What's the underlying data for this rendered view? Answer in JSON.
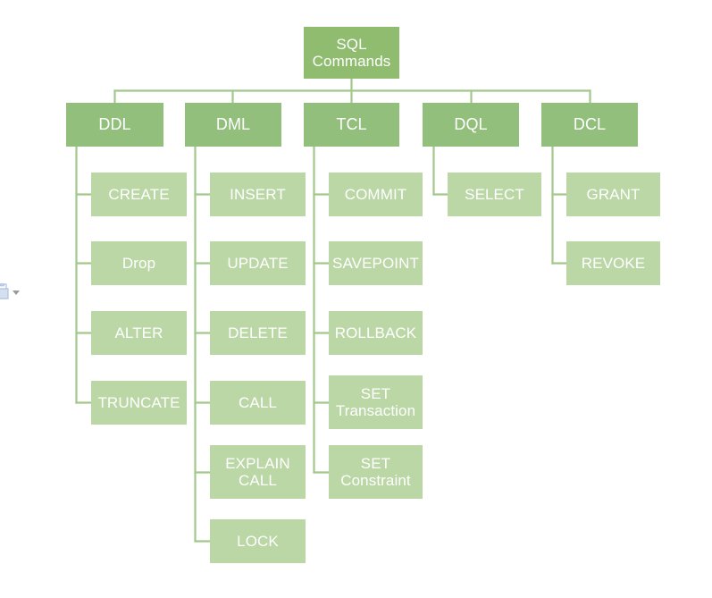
{
  "diagram": {
    "title": "SQL Commands",
    "type": "hierarchy-tree",
    "colors": {
      "root_fill": "#8FBC6E",
      "level2_fill": "#92C07C",
      "leaf_fill": "#BBD7A6",
      "connector": "#A3C88C",
      "label_text": "#FFFFFF",
      "background": "#FFFFFF"
    },
    "root": {
      "label": "SQL\nCommands"
    },
    "branches": [
      {
        "label": "DDL",
        "children": [
          {
            "label": "CREATE"
          },
          {
            "label": "Drop"
          },
          {
            "label": "ALTER"
          },
          {
            "label": "TRUNCATE"
          }
        ]
      },
      {
        "label": "DML",
        "children": [
          {
            "label": "INSERT"
          },
          {
            "label": "UPDATE"
          },
          {
            "label": "DELETE"
          },
          {
            "label": "CALL"
          },
          {
            "label": "EXPLAIN\nCALL"
          },
          {
            "label": "LOCK"
          }
        ]
      },
      {
        "label": "TCL",
        "children": [
          {
            "label": "COMMIT"
          },
          {
            "label": "SAVEPOINT"
          },
          {
            "label": "ROLLBACK"
          },
          {
            "label": "SET\nTransaction"
          },
          {
            "label": "SET\nConstraint"
          }
        ]
      },
      {
        "label": "DQL",
        "children": [
          {
            "label": "SELECT"
          }
        ]
      },
      {
        "label": "DCL",
        "children": [
          {
            "label": "GRANT"
          },
          {
            "label": "REVOKE"
          }
        ]
      }
    ]
  },
  "overlay": {
    "paste_options": {
      "icon": "paste-options-icon",
      "chevron": "chevron-down-icon"
    }
  }
}
